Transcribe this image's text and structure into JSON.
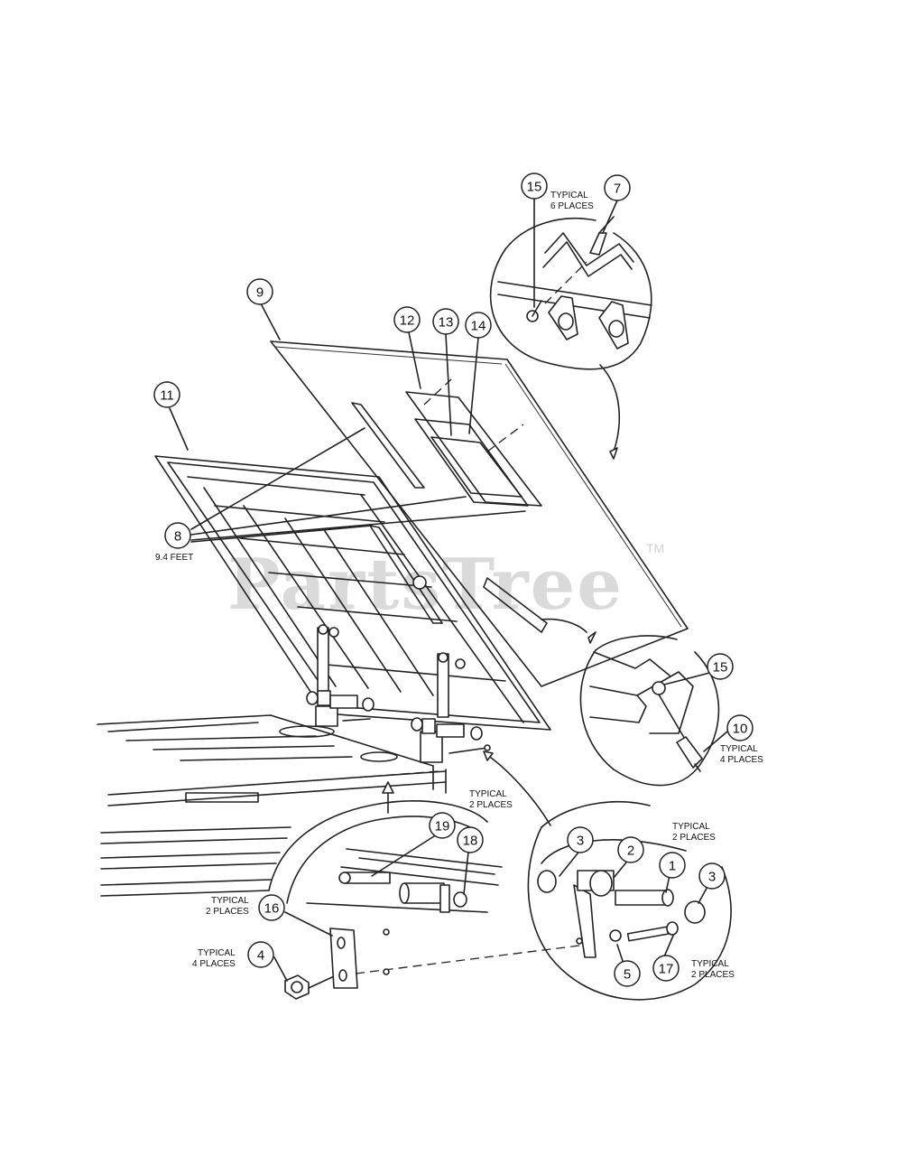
{
  "watermark": {
    "text": "PartsTree",
    "tm": "TM"
  },
  "callouts": [
    {
      "id": "c1",
      "num": "1"
    },
    {
      "id": "c2",
      "num": "2"
    },
    {
      "id": "c3a",
      "num": "3"
    },
    {
      "id": "c3b",
      "num": "3"
    },
    {
      "id": "c4",
      "num": "4"
    },
    {
      "id": "c5",
      "num": "5"
    },
    {
      "id": "c7",
      "num": "7"
    },
    {
      "id": "c8",
      "num": "8"
    },
    {
      "id": "c9",
      "num": "9"
    },
    {
      "id": "c10",
      "num": "10"
    },
    {
      "id": "c11",
      "num": "11"
    },
    {
      "id": "c12",
      "num": "12"
    },
    {
      "id": "c13",
      "num": "13"
    },
    {
      "id": "c14",
      "num": "14"
    },
    {
      "id": "c15a",
      "num": "15"
    },
    {
      "id": "c15b",
      "num": "15"
    },
    {
      "id": "c16",
      "num": "16"
    },
    {
      "id": "c17",
      "num": "17"
    },
    {
      "id": "c18",
      "num": "18"
    },
    {
      "id": "c19",
      "num": "19"
    }
  ],
  "notes": {
    "typical_6": [
      "TYPICAL",
      "6 PLACES"
    ],
    "feet_8": "9.4 FEET",
    "typical_4_bolt": [
      "TYPICAL",
      "4 PLACES"
    ],
    "typical_2_hinge": [
      "TYPICAL",
      "2 PLACES"
    ],
    "typical_2_detail": [
      "TYPICAL",
      "2 PLACES"
    ],
    "typical_2_bottom_right": [
      "TYPICAL",
      "2 PLACES"
    ],
    "typical_2_left": [
      "TYPICAL",
      "2 PLACES"
    ],
    "typical_4_nut": [
      "TYPICAL",
      "4 PLACES"
    ]
  }
}
